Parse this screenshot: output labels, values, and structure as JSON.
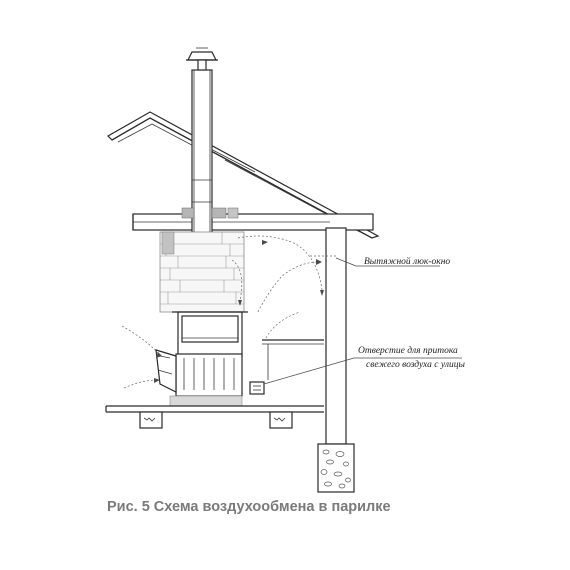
{
  "callouts": {
    "exhaust_hatch": "Вытяжной люк-окно",
    "fresh_air_line1": "Отверстие для притока",
    "fresh_air_line2": "свежего воздуха с улицы"
  },
  "caption": "Рис. 5 Схема воздухообмена в парилке",
  "colors": {
    "ink": "#2a2a2a",
    "brick": "#9a9a9a",
    "caption": "#7a7a7a"
  }
}
